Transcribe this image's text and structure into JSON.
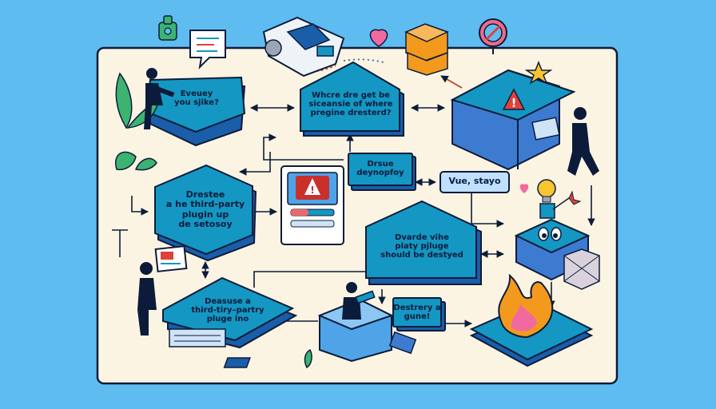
{
  "nodes": {
    "top_left": {
      "text": "Eveuey\nyou sjike?"
    },
    "top_center": {
      "text": "Whcre dre get be\nsiceansie of where\npregine dresterd?"
    },
    "mid_left": {
      "text": "Drestee\na he third-party\nplugin up\nde setosoy"
    },
    "small_center": {
      "text": "Drsue\ndeynopfoy"
    },
    "vue_label": {
      "text": "Vue, stayo"
    },
    "mid_center": {
      "text": "Dvarde vihe\nplaty pjluge\nshould be destyed"
    },
    "bottom_left": {
      "text": "Deasuse a\nthird-tiry–partry\npluge ino"
    },
    "bottom_center": {
      "text": "Destrery a\ngune!"
    }
  },
  "colors": {
    "background": "#5ebcf1",
    "board": "#fcf4e2",
    "node_top": "#1497c3",
    "node_side": "#1a5da8",
    "outline": "#0c1b3a",
    "alert": "#e0413a",
    "flame": "#f39a1e"
  },
  "icons": [
    "puzzle-icon",
    "speech-bubble-icon",
    "vr-headset-icon",
    "heart-icon",
    "boxes-icon",
    "no-entry-icon",
    "star-icon",
    "warning-icon",
    "lightbulb-icon",
    "flame-icon",
    "leaf-icon"
  ]
}
